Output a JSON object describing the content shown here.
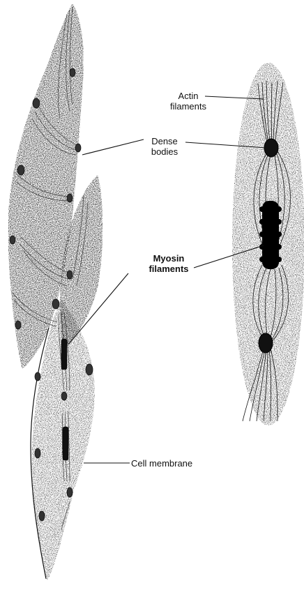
{
  "labels": {
    "actin": "Actin\nfilaments",
    "dense": "Dense\nbodies",
    "myosin": "Myosin\nfilaments",
    "membrane": "Cell membrane"
  },
  "colors": {
    "ink": "#111111",
    "stipple": "#555555",
    "background": "#ffffff"
  }
}
